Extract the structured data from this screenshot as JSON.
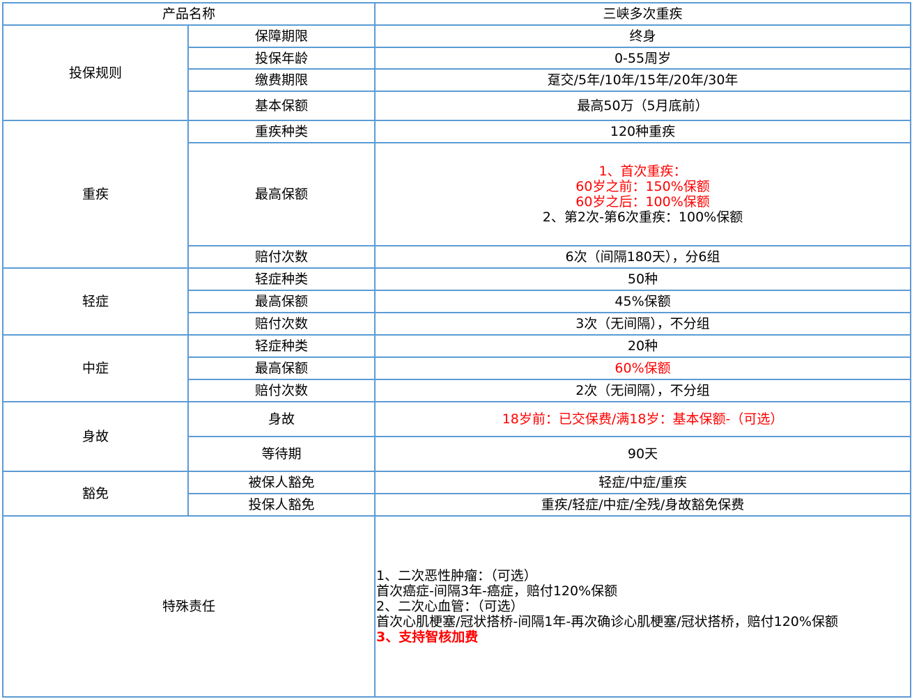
{
  "header": {
    "label": "产品名称",
    "value": "三峡多次重疾"
  },
  "rules": {
    "group": "投保规则",
    "rows": [
      {
        "label": "保障期限",
        "value": "终身"
      },
      {
        "label": "投保年龄",
        "value": "0-55周岁"
      },
      {
        "label": "缴费期限",
        "value": "趸交/5年/10年/15年/20年/30年"
      },
      {
        "label": "基本保额",
        "value": "最高50万（5月底前）"
      }
    ]
  },
  "critical": {
    "group": "重疾",
    "types": {
      "label": "重疾种类",
      "value": "120种重疾"
    },
    "max": {
      "label": "最高保额",
      "lines_red": [
        "1、首次重疾：",
        "60岁之前：150%保额",
        "60岁之后：100%保额"
      ],
      "line_black": "2、第2次-第6次重疾：100%保额"
    },
    "claims": {
      "label": "赔付次数",
      "value": "6次（间隔180天），分6组"
    }
  },
  "mild": {
    "group": "轻症",
    "rows": [
      {
        "label": "轻症种类",
        "value": "50种"
      },
      {
        "label": "最高保额",
        "value": "45%保额"
      },
      {
        "label": "赔付次数",
        "value": "3次（无间隔），不分组"
      }
    ]
  },
  "moderate": {
    "group": "中症",
    "rows": [
      {
        "label": "轻症种类",
        "value": "20种"
      },
      {
        "label": "最高保额",
        "value": "60%保额"
      },
      {
        "label": "赔付次数",
        "value": "2次（无间隔），不分组"
      }
    ]
  },
  "death": {
    "group": "身故",
    "rows": [
      {
        "label": "身故",
        "value": "18岁前：已交保费/满18岁：基本保额-（可选）"
      },
      {
        "label": "等待期",
        "value": "90天"
      }
    ]
  },
  "waiver": {
    "group": "豁免",
    "rows": [
      {
        "label": "被保人豁免",
        "value": "轻症/中症/重疾"
      },
      {
        "label": "投保人豁免",
        "value": "重疾/轻症/中症/全残/身故豁免保费"
      }
    ]
  },
  "special": {
    "label": "特殊责任",
    "lines": [
      "1、二次恶性肿瘤：（可选）",
      "首次癌症-间隔3年-癌症，赔付120%保额",
      "2、二次心血管：（可选）",
      "首次心肌梗塞/冠状搭桥-间隔1年-再次确诊心肌梗塞/冠状搭桥，赔付120%保额"
    ],
    "highlight": "3、支持智核加费"
  },
  "colors": {
    "border": "#5b9bd5",
    "highlight": "#ff0000"
  }
}
